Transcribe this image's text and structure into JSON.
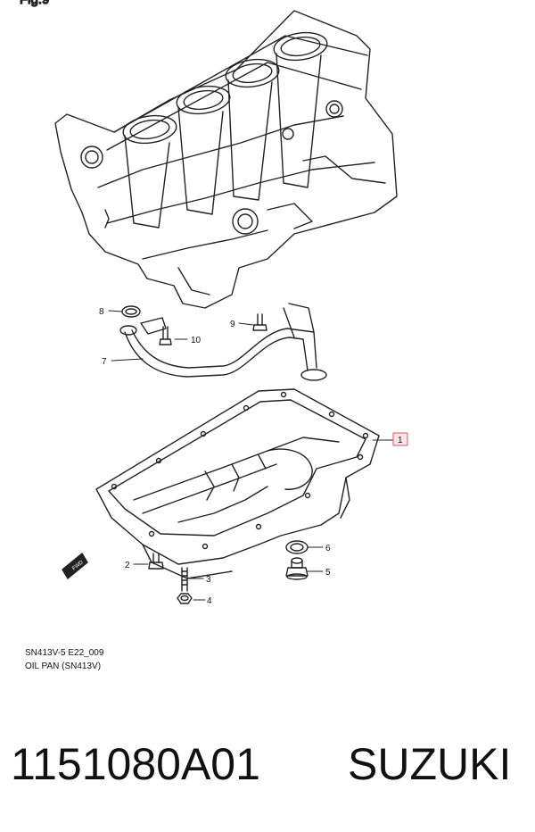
{
  "figure": {
    "top_label": "Fig.9",
    "caption_code": "SN413V-5 E22_009",
    "caption_title": "OIL PAN (SN413V)",
    "callouts": [
      "1",
      "2",
      "3",
      "4",
      "5",
      "6",
      "7",
      "8",
      "9",
      "10"
    ],
    "highlight_color": "#e05a6a",
    "arrow_text": "FWD"
  },
  "footer": {
    "part_number": "1151080A01",
    "brand": "SUZUKI"
  }
}
